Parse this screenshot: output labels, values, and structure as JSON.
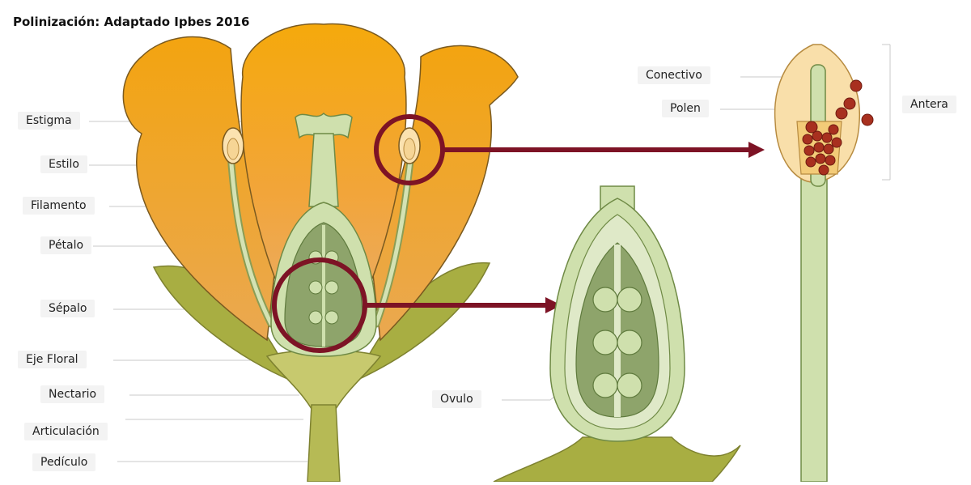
{
  "title": "Polinización: Adaptado Ipbes 2016",
  "labels": {
    "estigma": "Estigma",
    "estilo": "Estilo",
    "filamento": "Filamento",
    "petalo": "Pétalo",
    "sepalo": "Sépalo",
    "eje_floral": "Eje Floral",
    "nectario": "Nectario",
    "articulacion": "Articulación",
    "pediculo": "Pedículo",
    "ovulo": "Ovulo",
    "conectivo": "Conectivo",
    "polen": "Polen",
    "antera": "Antera"
  },
  "colors": {
    "petal_orange": "#f4a20f",
    "petal_light": "#f7b33a",
    "green_dark": "#a7ad3f",
    "green_light": "#cfdfae",
    "green_mid": "#8ca36a",
    "anther_cream": "#f9dfaa",
    "highlight_ring": "#7d1325",
    "pollen_red": "#a8301f"
  }
}
